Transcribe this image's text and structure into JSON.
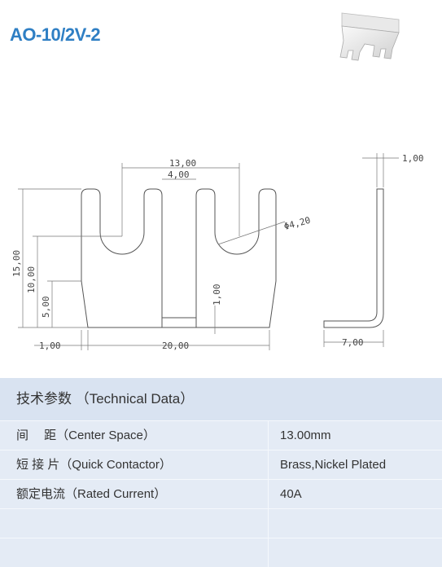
{
  "title": "AO-10/2V-2",
  "product_icon": "jumper-bar-photo-icon",
  "dimensions": {
    "width_top": "13,00",
    "slot_width": "4,00",
    "height_total": "15,00",
    "height_mid": "10,00",
    "height_low": "5,00",
    "bottom_gap": "1,00",
    "left_offset": "1,00",
    "base_width": "20,00",
    "hole_dia": "Φ4,20",
    "thickness": "1,00",
    "side_depth": "7,00"
  },
  "table": {
    "header": "技术参数 （Technical Data）",
    "rows": [
      {
        "label": "间　 距（Center Space）",
        "value": "13.00mm"
      },
      {
        "label": "短 接 片（Quick Contactor）",
        "value": "Brass,Nickel Plated"
      },
      {
        "label": "额定电流（Rated Current）",
        "value": "40A"
      },
      {
        "label": "",
        "value": ""
      },
      {
        "label": "",
        "value": ""
      }
    ]
  }
}
